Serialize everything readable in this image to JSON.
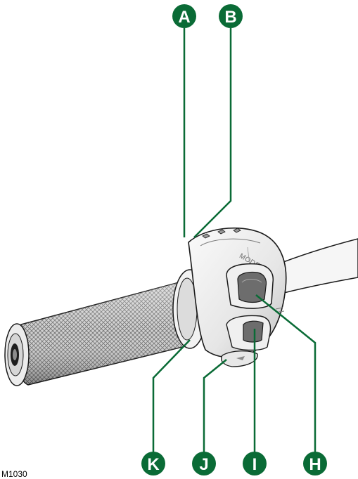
{
  "figure": {
    "reference_code": "M1030",
    "switch_label": "MODE"
  },
  "callouts": [
    {
      "id": "a",
      "letter": "A"
    },
    {
      "id": "b",
      "letter": "B"
    },
    {
      "id": "h",
      "letter": "H"
    },
    {
      "id": "i",
      "letter": "I"
    },
    {
      "id": "j",
      "letter": "J"
    },
    {
      "id": "k",
      "letter": "K"
    }
  ],
  "colors": {
    "callout_green": "#0a6b36",
    "leader_line": "#0a6b36",
    "housing_light": "#f4f4f4",
    "housing_shade": "#c9c9c9",
    "outline": "#1a1a1a",
    "grip_knurl": "#8a8a8a"
  }
}
